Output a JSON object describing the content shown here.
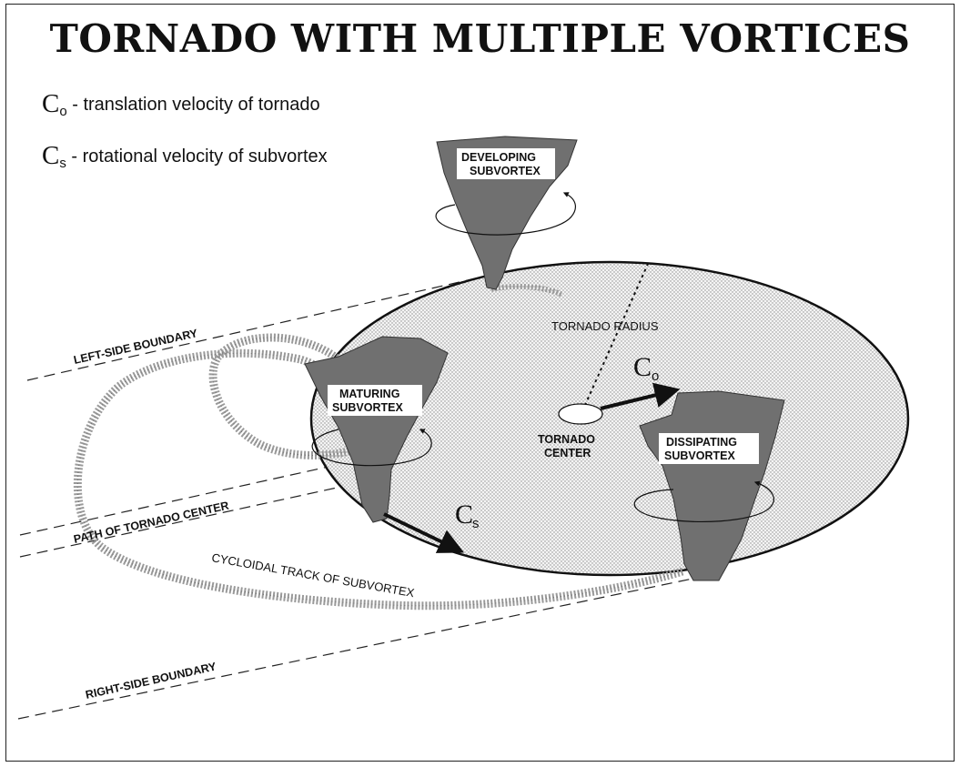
{
  "title": "TORNADO WITH MULTIPLE VORTICES",
  "legend": {
    "co": {
      "symbol": "C",
      "sub": "o",
      "text": " - translation velocity of tornado"
    },
    "cs": {
      "symbol": "C",
      "sub": "s",
      "text": " - rotational velocity of subvortex"
    }
  },
  "labels": {
    "developing": [
      "DEVELOPING",
      "SUBVORTEX"
    ],
    "maturing": [
      "MATURING",
      "SUBVORTEX"
    ],
    "dissipating": [
      "DISSIPATING",
      "SUBVORTEX"
    ],
    "tornado_radius": "TORNADO RADIUS",
    "tornado_center": [
      "TORNADO",
      "CENTER"
    ],
    "left_boundary": "LEFT-SIDE BOUNDARY",
    "path_center": "PATH OF TORNADO CENTER",
    "cycloidal_track": "CYCLOIDAL TRACK OF SUBVORTEX",
    "right_boundary": "RIGHT-SIDE BOUNDARY",
    "co_symbol": "C",
    "co_sub": "o",
    "cs_symbol": "C",
    "cs_sub": "s"
  }
}
